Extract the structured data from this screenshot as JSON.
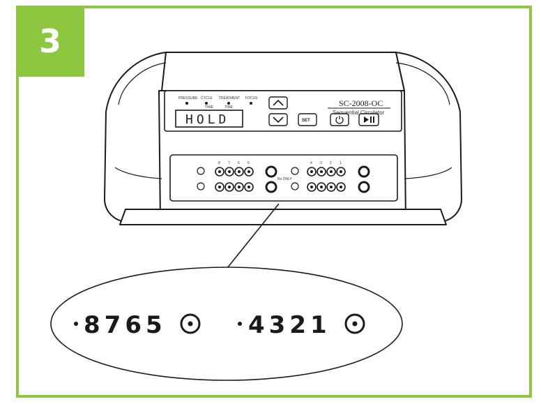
{
  "step": {
    "number": "3"
  },
  "indicators": {
    "pressure": "PRESSURE",
    "cycle": "CYCLE",
    "cycle_time": "TIME",
    "treatment": "TREATMENT",
    "treatment_time": "TIME",
    "focus": "FOCUS"
  },
  "display": {
    "lcd_text": "HOLD"
  },
  "device": {
    "model": "SC-2008-OC",
    "subtitle": "Sequential Circulator"
  },
  "buttons": {
    "set": "SET"
  },
  "ports": {
    "left_labels": [
      "8",
      "7",
      "6",
      "5"
    ],
    "right_labels": [
      "4",
      "3",
      "2",
      "1"
    ],
    "center_label": "Rx ONLY"
  },
  "callout": {
    "left_group": "8765",
    "right_group": "4321"
  },
  "colors": {
    "accent": "#8dc63f",
    "line": "#1a1a1a"
  }
}
